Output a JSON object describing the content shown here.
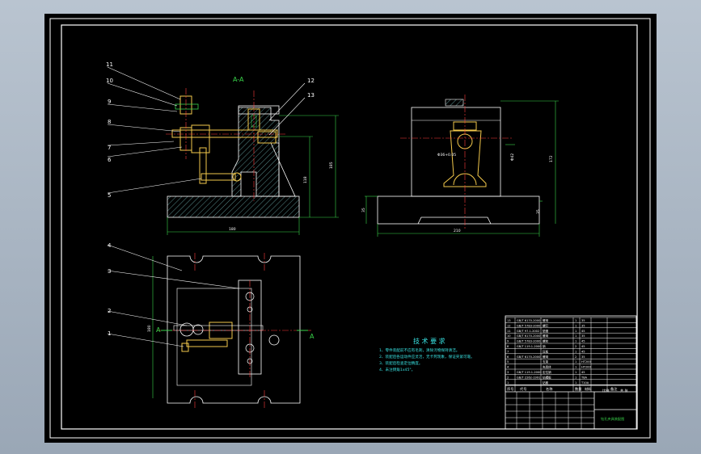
{
  "colors": {
    "outline": "#ffffff",
    "dimension": "#39d44a",
    "centerline": "#ff3b3b",
    "part": "#f2c84b",
    "hatch": "#7ec9c9",
    "requirements": "#38e2e2",
    "background": "#000000"
  },
  "views": {
    "section_label": "A-A",
    "section_mark": "A"
  },
  "part_numbers": [
    "11",
    "10",
    "9",
    "8",
    "7",
    "6",
    "5",
    "12",
    "13",
    "4",
    "3",
    "2",
    "1"
  ],
  "dimensions": {
    "front_height_overall": "185",
    "front_height_inner": "118",
    "front_width": "180",
    "side_width": "210",
    "side_base_height": "35",
    "side_right_base": "35",
    "side_height": "172",
    "side_upper": "Φ42",
    "side_center_label": "Φ36+0.05",
    "top_width": "180"
  },
  "requirements": {
    "title": "技 术 要 求",
    "lines": [
      "1、零件装配前不应有毛刺，清除污物保持清洁。",
      "2、装配后各运动件应灵活，无卡死现象，保证夹紧可靠。",
      "3、装配后检查定位精度。",
      "4、未注倒角1x45°。"
    ]
  },
  "title_block": {
    "bom_rows": [
      [
        "13",
        "GB/T 6170-2000",
        "螺母",
        "1",
        "35"
      ],
      [
        "12",
        "GB/T 5783-2000",
        "螺钉",
        "1",
        "35"
      ],
      [
        "11",
        "GB/T 97.1-2002",
        "垫圈",
        "1",
        "45"
      ],
      [
        "10",
        "GB/T 6170-2000",
        "螺母",
        "1",
        "35"
      ],
      [
        "9",
        "GB/T 5783-2000",
        "螺栓",
        "1",
        "45"
      ],
      [
        "8",
        "GB/T 119.1-2000",
        "销",
        "2",
        "45"
      ],
      [
        "7",
        "",
        "压板",
        "1",
        "45"
      ],
      [
        "6",
        "GB/T 6170-2000",
        "螺母",
        "2",
        "35"
      ],
      [
        "5",
        "",
        "支架",
        "1",
        "HT200"
      ],
      [
        "4",
        "",
        "夹具体",
        "1",
        "HT200"
      ],
      [
        "3",
        "GB/T 119.1-2000",
        "定位销",
        "1",
        "45"
      ],
      [
        "2",
        "GB/T 2262-1991",
        "钻模板",
        "1",
        "T8A"
      ],
      [
        "1",
        "",
        "钻套",
        "1",
        "T10A"
      ]
    ],
    "header": [
      "序号",
      "代号",
      "名称",
      "数量",
      "材料",
      "备注"
    ],
    "drawing_name": "钻孔夹具装配图",
    "scale_label": "比例",
    "sheet_label": "共 张"
  }
}
